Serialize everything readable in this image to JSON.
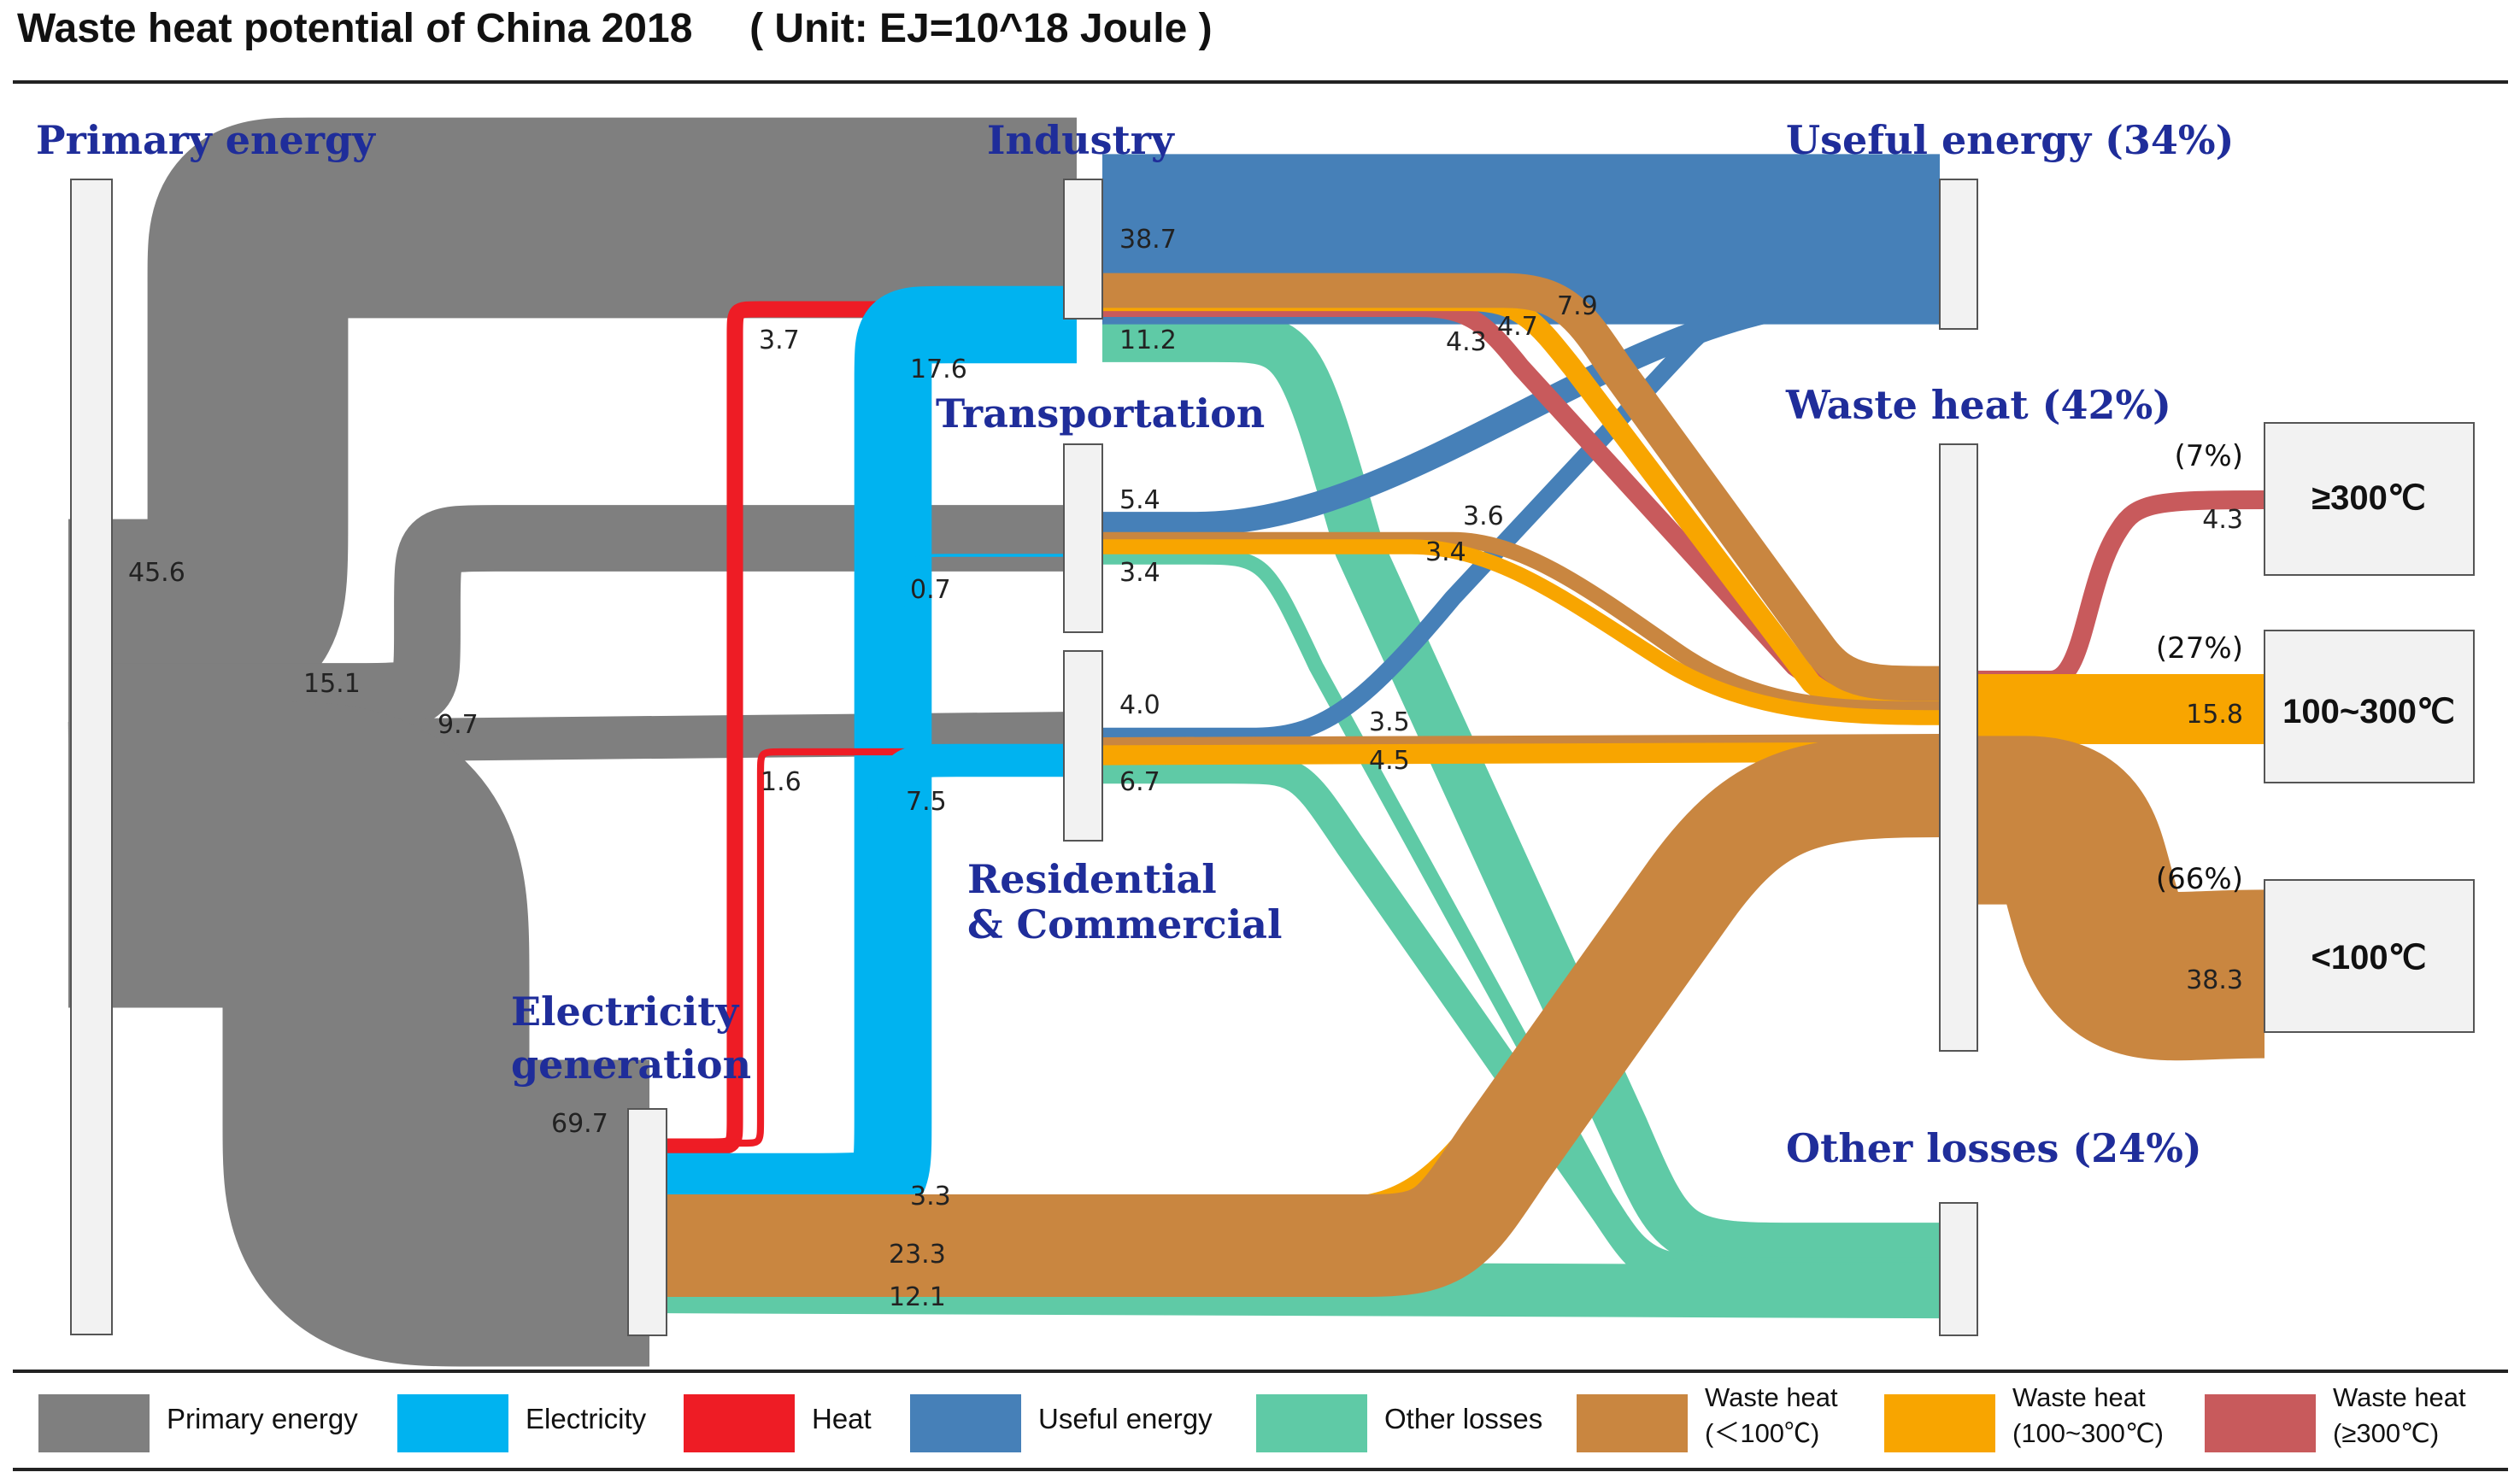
{
  "title": "Waste heat potential of China 2018",
  "unit": "( Unit: EJ=10^18 Joule )",
  "colors": {
    "primary": "#7f7f7f",
    "electricity": "#00b3f0",
    "heat": "#ee1c25",
    "useful": "#4680b8",
    "other": "#5fcaa6",
    "waste_lt100": "#c98640",
    "waste_100_300": "#f8a500",
    "waste_ge300": "#c85a5c",
    "node_fill": "#f2f2f2",
    "node_label": "#1f2d9a"
  },
  "nodes": {
    "primary": "Primary energy",
    "industry": "Industry",
    "transportation": "Transportation",
    "residential_1": "Residential",
    "residential_2": "& Commercial",
    "electricity_1": "Electricity",
    "electricity_2": "generation",
    "useful": "Useful energy",
    "useful_pct": "(34%)",
    "waste": "Waste heat",
    "waste_pct": "(42%)",
    "other": "Other losses",
    "other_pct": "(24%)"
  },
  "bins": [
    {
      "label": "≥300℃",
      "pct": "(7%)",
      "value": "4.3"
    },
    {
      "label": "100~300℃",
      "pct": "(27%)",
      "value": "15.8"
    },
    {
      "label": "<100℃",
      "pct": "(66%)",
      "value": "38.3"
    }
  ],
  "chart_data": {
    "type": "sankey",
    "flows": [
      {
        "source": "Primary energy",
        "target": "Industry",
        "value": 45.6,
        "kind": "primary"
      },
      {
        "source": "Primary energy",
        "target": "Transportation",
        "value": 15.1,
        "kind": "primary"
      },
      {
        "source": "Primary energy",
        "target": "Residential & Commercial",
        "value": 9.7,
        "kind": "primary"
      },
      {
        "source": "Primary energy",
        "target": "Electricity generation",
        "value": 69.7,
        "kind": "primary"
      },
      {
        "source": "Electricity generation",
        "target": "Industry",
        "value": 3.7,
        "kind": "heat"
      },
      {
        "source": "Electricity generation",
        "target": "Industry",
        "value": 17.6,
        "kind": "electricity"
      },
      {
        "source": "Electricity generation",
        "target": "Transportation",
        "value": 0.7,
        "kind": "electricity"
      },
      {
        "source": "Electricity generation",
        "target": "Residential & Commercial",
        "value": 1.6,
        "kind": "heat"
      },
      {
        "source": "Electricity generation",
        "target": "Residential & Commercial",
        "value": 7.5,
        "kind": "electricity"
      },
      {
        "source": "Electricity generation",
        "target": "Waste heat (100~300℃)",
        "value": 3.3,
        "kind": "waste_100_300"
      },
      {
        "source": "Electricity generation",
        "target": "Waste heat (<100℃)",
        "value": 23.3,
        "kind": "waste_lt100"
      },
      {
        "source": "Electricity generation",
        "target": "Other losses",
        "value": 12.1,
        "kind": "other"
      },
      {
        "source": "Industry",
        "target": "Useful energy",
        "value": 38.7,
        "kind": "useful"
      },
      {
        "source": "Industry",
        "target": "Other losses",
        "value": 11.2,
        "kind": "other"
      },
      {
        "source": "Industry",
        "target": "Waste heat (≥300℃)",
        "value": 4.3,
        "kind": "waste_ge300"
      },
      {
        "source": "Industry",
        "target": "Waste heat (100~300℃)",
        "value": 4.7,
        "kind": "waste_100_300"
      },
      {
        "source": "Industry",
        "target": "Waste heat (<100℃)",
        "value": 7.9,
        "kind": "waste_lt100"
      },
      {
        "source": "Transportation",
        "target": "Useful energy",
        "value": 5.4,
        "kind": "useful"
      },
      {
        "source": "Transportation",
        "target": "Other losses",
        "value": 3.4,
        "kind": "other"
      },
      {
        "source": "Transportation",
        "target": "Waste heat (<100℃)",
        "value": 3.6,
        "kind": "waste_lt100"
      },
      {
        "source": "Transportation",
        "target": "Waste heat (100~300℃)",
        "value": 3.4,
        "kind": "waste_100_300"
      },
      {
        "source": "Residential & Commercial",
        "target": "Useful energy",
        "value": 4.0,
        "kind": "useful"
      },
      {
        "source": "Residential & Commercial",
        "target": "Other losses",
        "value": 6.7,
        "kind": "other"
      },
      {
        "source": "Residential & Commercial",
        "target": "Waste heat (<100℃)",
        "value": 3.5,
        "kind": "waste_lt100"
      },
      {
        "source": "Residential & Commercial",
        "target": "Waste heat (100~300℃)",
        "value": 4.5,
        "kind": "waste_100_300"
      }
    ],
    "labels": [
      "45.6",
      "15.1",
      "9.7",
      "69.7",
      "3.7",
      "17.6",
      "0.7",
      "1.6",
      "7.5",
      "3.3",
      "23.3",
      "12.1",
      "38.7",
      "11.2",
      "4.3",
      "4.7",
      "7.9",
      "5.4",
      "3.4",
      "3.6",
      "3.4",
      "4.0",
      "6.7",
      "3.5",
      "4.5"
    ]
  },
  "legend": [
    {
      "label": "Primary energy",
      "color": "#7f7f7f"
    },
    {
      "label": "Electricity",
      "color": "#00b3f0"
    },
    {
      "label": "Heat",
      "color": "#ee1c25"
    },
    {
      "label": "Useful energy",
      "color": "#4680b8"
    },
    {
      "label": "Other losses",
      "color": "#5fcaa6"
    },
    {
      "label": "Waste heat\n(＜100℃)",
      "color": "#c98640"
    },
    {
      "label": "Waste heat\n(100~300℃)",
      "color": "#f8a500"
    },
    {
      "label": "Waste heat\n(≥300℃)",
      "color": "#c85a5c"
    }
  ]
}
